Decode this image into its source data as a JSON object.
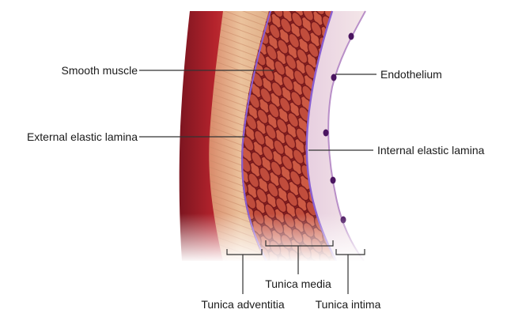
{
  "labels": {
    "smooth_muscle": "Smooth muscle",
    "external_elastic_lamina": "External elastic lamina",
    "endothelium": "Endothelium",
    "internal_elastic_lamina": "Internal elastic lamina",
    "tunica_media": "Tunica media",
    "tunica_adventitia": "Tunica adventitia",
    "tunica_intima": "Tunica intima"
  },
  "colors": {
    "outer_wall": "#b4232c",
    "adventitia": "#e6b58e",
    "media": "#a0282a",
    "muscle_cell": "#cf5c45",
    "intima": "#eed9dc",
    "elastic_lamina": "#8a5fd0",
    "nucleus": "#4a1560",
    "leader_line": "#333333"
  }
}
